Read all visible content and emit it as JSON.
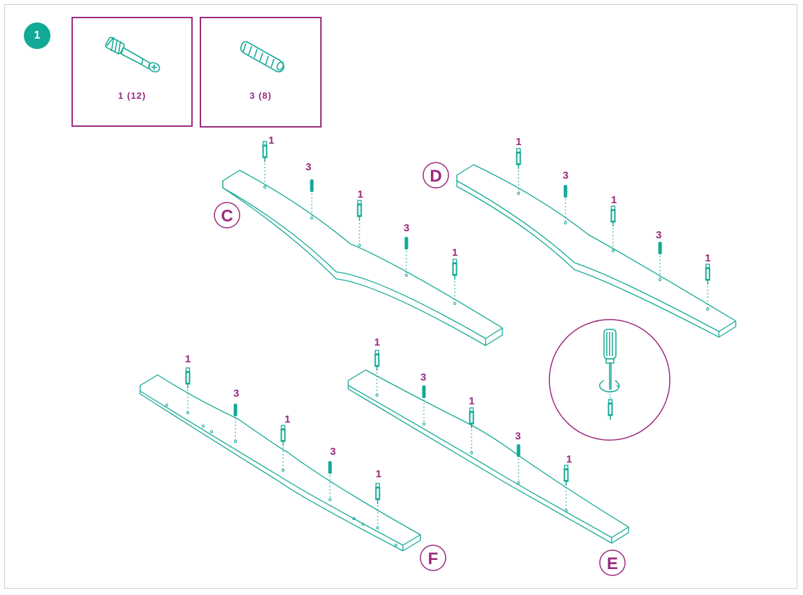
{
  "step": {
    "number": "1"
  },
  "parts": [
    {
      "id": "1",
      "label": "1 (12)",
      "icon": "cam-bolt-icon"
    },
    {
      "id": "3",
      "label": "3 (8)",
      "icon": "wooden-dowel-icon"
    }
  ],
  "rails": [
    {
      "letter": "C",
      "callouts": [
        "1",
        "3",
        "1",
        "3",
        "1"
      ]
    },
    {
      "letter": "D",
      "callouts": [
        "1",
        "3",
        "1",
        "3",
        "1"
      ]
    },
    {
      "letter": "F",
      "callouts": [
        "1",
        "3",
        "1",
        "3",
        "1"
      ]
    },
    {
      "letter": "E",
      "callouts": [
        "1",
        "3",
        "1",
        "3",
        "1"
      ]
    }
  ],
  "tool": {
    "icon": "screwdriver-icon"
  },
  "colors": {
    "teal": "#12a996",
    "magenta": "#9b2a7d"
  }
}
